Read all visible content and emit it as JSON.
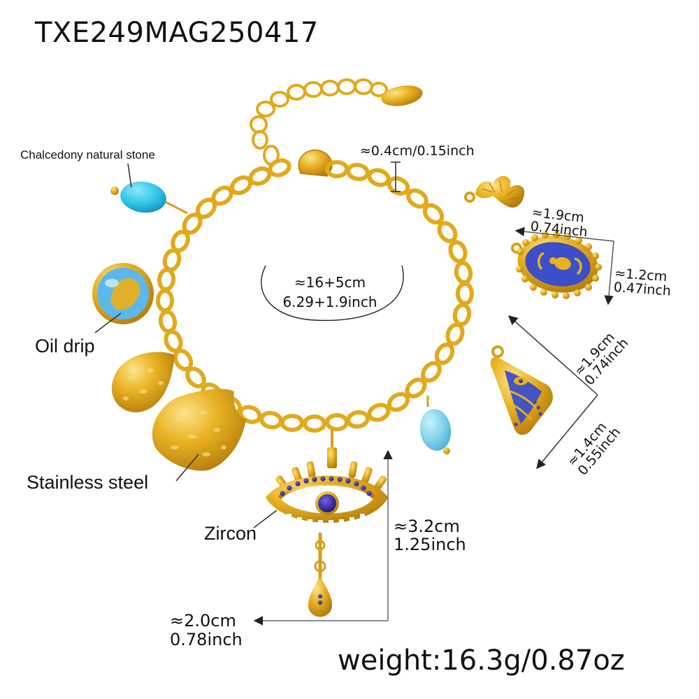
{
  "product": {
    "sku": "TXE249MAG250417",
    "weight": "weight:16.3g/0.87oz"
  },
  "callouts": {
    "chalcedony": "Chalcedony natural stone",
    "oil_drip": "Oil drip",
    "stainless_steel": "Stainless steel",
    "zircon": "Zircon"
  },
  "dimensions": {
    "chain_link": "≈0.4cm/0.15inch",
    "length_cm": "≈16+5cm",
    "length_inch": "6.29+1.9inch",
    "scarab_width_cm": "≈1.9cm",
    "scarab_width_inch": "0.74inch",
    "scarab_height_cm": "≈1.2cm",
    "scarab_height_inch": "0.47inch",
    "triangle_side_cm": "≈1.9cm",
    "triangle_side_inch": "0.74inch",
    "triangle_base_cm": "≈1.4cm",
    "triangle_base_inch": "0.55inch",
    "eye_height_cm": "≈3.2cm",
    "eye_height_inch": "1.25inch",
    "eye_width_cm": "≈2.0cm",
    "eye_width_inch": "0.78inch"
  },
  "colors": {
    "gold": "#e8b21e",
    "gold_dark": "#b9820c",
    "gold_light": "#f7d566",
    "chalcedony_blue": "#2fc4e6",
    "aqua_bead": "#7fd3ec",
    "enamel_blue": "#3a4fc8",
    "sky_enamel": "#58b6ea",
    "zircon": "#2a1f8f",
    "line": "#555555"
  },
  "charms": [
    {
      "name": "chalcedony-bead"
    },
    {
      "name": "angel-oil-drip-medallion"
    },
    {
      "name": "hammered-teardrop"
    },
    {
      "name": "hammered-shield"
    },
    {
      "name": "evil-eye-zircon-pendant"
    },
    {
      "name": "aqua-bead"
    },
    {
      "name": "evil-eye-triangle"
    },
    {
      "name": "scarab-oval"
    },
    {
      "name": "butterfly"
    }
  ]
}
